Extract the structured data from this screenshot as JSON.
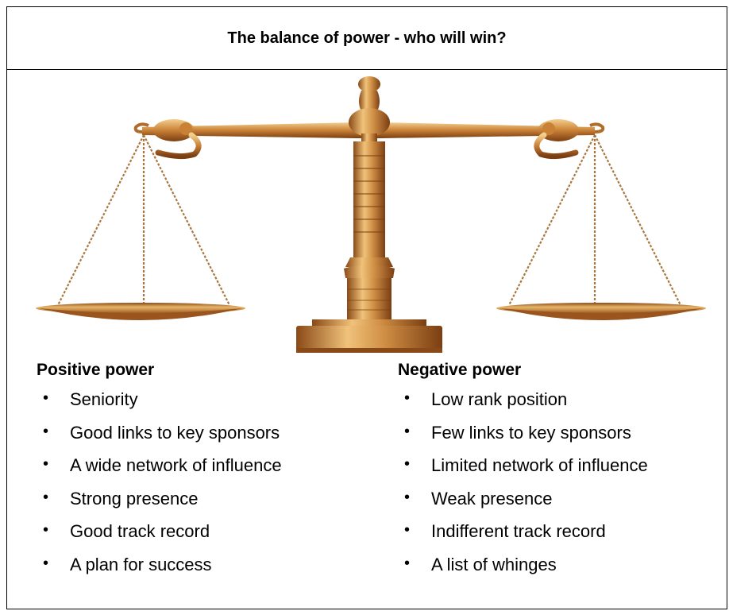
{
  "title": "The balance of power - who will win?",
  "image": {
    "name": "balance-scale-icon",
    "colors": {
      "gold_light": "#f0c27a",
      "gold_mid": "#d08f45",
      "gold_dark": "#8a4a17"
    }
  },
  "positive": {
    "heading": "Positive power",
    "items": [
      "Seniority",
      "Good links to key sponsors",
      "A wide network of influence",
      "Strong presence",
      "Good track record",
      "A plan for success"
    ]
  },
  "negative": {
    "heading": "Negative power",
    "items": [
      "Low rank position",
      "Few links to key sponsors",
      "Limited network of influence",
      "Weak presence",
      "Indifferent track record",
      "A list of whinges"
    ]
  },
  "bullet_char": "•"
}
